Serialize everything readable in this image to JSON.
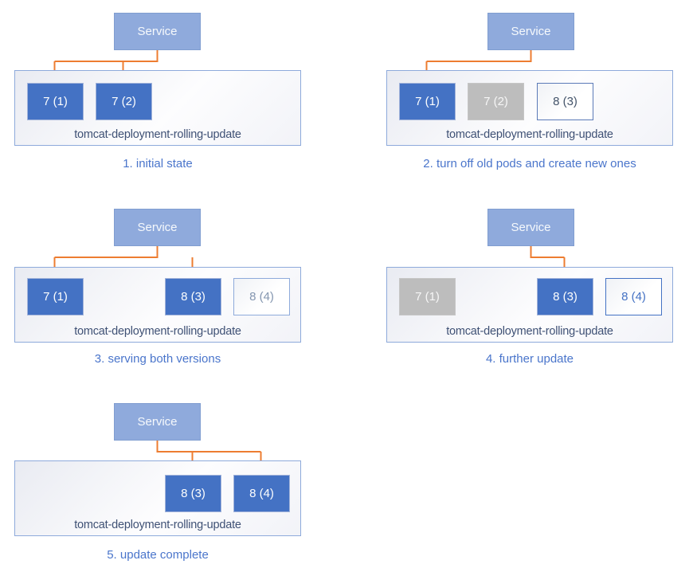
{
  "diagram": {
    "service_label": "Service",
    "deployment_label": "tomcat-deployment-rolling-update",
    "colors": {
      "arrow": "#ED7D31",
      "pod_active_fill": "#4472C4",
      "pod_stopped_fill": "#BDBDBD",
      "pod_pending_border": "#4472C4",
      "service_fill": "#8FAADC",
      "caption_text": "#4A75CB",
      "deployment_label_text": "#3F5175",
      "container_border": "#8EAADB"
    },
    "panels": [
      {
        "caption": "1. initial state",
        "column": 0,
        "row": 0,
        "pods": [
          {
            "label": "7 (1)",
            "state": "active",
            "slot": 0
          },
          {
            "label": "7 (2)",
            "state": "active",
            "slot": 1
          }
        ],
        "arrow_targets": [
          0,
          1
        ]
      },
      {
        "caption": "2. turn off old pods and create new ones",
        "column": 1,
        "row": 0,
        "pods": [
          {
            "label": "7 (1)",
            "state": "active",
            "slot": 0
          },
          {
            "label": "7 (2)",
            "state": "stopped",
            "slot": 1
          },
          {
            "label": "8 (3)",
            "state": "pending",
            "slot": 2,
            "text_color": "#44546A",
            "border_color": "#5B7AB8"
          }
        ],
        "arrow_targets": [
          0
        ]
      },
      {
        "caption": "3. serving both versions",
        "column": 0,
        "row": 1,
        "pods": [
          {
            "label": "7 (1)",
            "state": "active",
            "slot": 0
          },
          {
            "label": "8 (3)",
            "state": "active",
            "slot": 2
          },
          {
            "label": "8 (4)",
            "state": "pending",
            "slot": 3,
            "text_color": "#8496B0",
            "border_color": "#8EAADB"
          }
        ],
        "arrow_targets": [
          0,
          2
        ]
      },
      {
        "caption": "4. further update",
        "column": 1,
        "row": 1,
        "pods": [
          {
            "label": "7 (1)",
            "state": "stopped",
            "slot": 0
          },
          {
            "label": "8 (3)",
            "state": "active",
            "slot": 2
          },
          {
            "label": "8 (4)",
            "state": "pending",
            "slot": 3,
            "text_color": "#4472C4",
            "border_color": "#4472C4"
          }
        ],
        "arrow_targets": [
          2
        ]
      },
      {
        "caption": "5. update complete",
        "column": 0,
        "row": 2,
        "pods": [
          {
            "label": "8 (3)",
            "state": "active",
            "slot": 2
          },
          {
            "label": "8 (4)",
            "state": "active",
            "slot": 3
          }
        ],
        "arrow_targets": [
          2,
          3
        ]
      }
    ]
  }
}
